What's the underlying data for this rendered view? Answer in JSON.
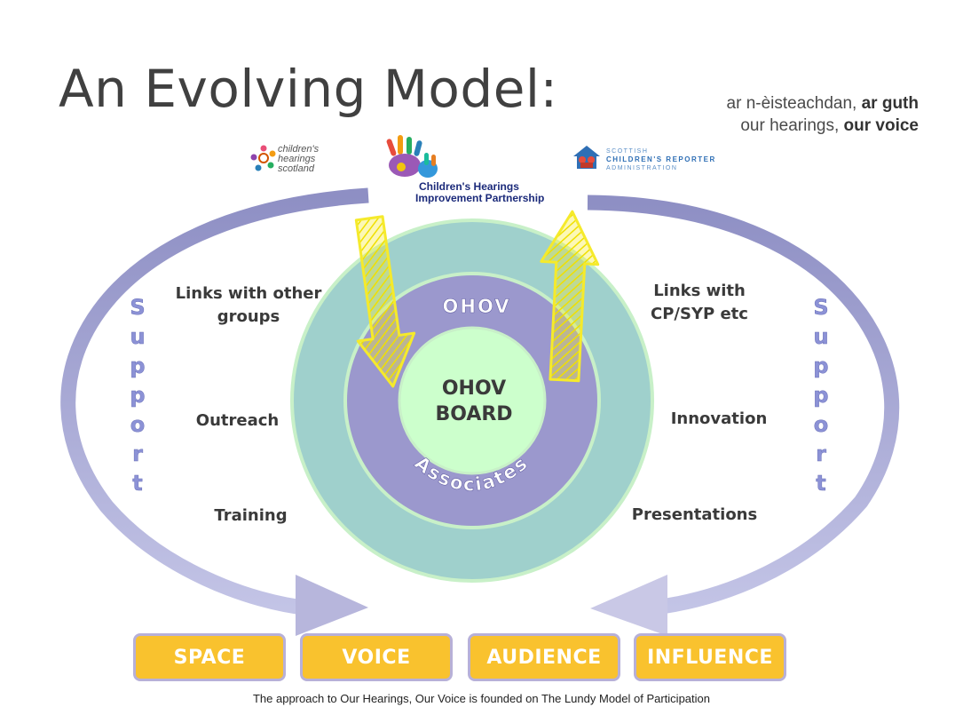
{
  "title": "An Evolving Model:",
  "tagline": {
    "line1_plain": "ar n-èisteachdan, ",
    "line1_bold": "ar guth",
    "line2_plain": "our hearings, ",
    "line2_bold": "our voice"
  },
  "logos": {
    "chs_text": "children's hearings scotland",
    "chip_line1": "Children's Hearings",
    "chip_line2": "Improvement Partnership",
    "scra_line1": "SCOTTISH",
    "scra_line2": "CHILDREN'S REPORTER",
    "scra_line3": "ADMINISTRATION"
  },
  "circles": {
    "outer_label": "OHOV",
    "middle_label": "Associates",
    "center_line1": "OHOV",
    "center_line2": "BOARD"
  },
  "left_labels": {
    "links_line1": "Links with other",
    "links_line2": "groups",
    "outreach": "Outreach",
    "training": "Training"
  },
  "right_labels": {
    "links_line1": "Links with",
    "links_line2": "CP/SYP etc",
    "innovation": "Innovation",
    "presentations": "Presentations"
  },
  "support_left": [
    "S",
    "u",
    "p",
    "p",
    "o",
    "r",
    "t"
  ],
  "support_right": [
    "S",
    "u",
    "p",
    "p",
    "o",
    "r",
    "t"
  ],
  "boxes": [
    "SPACE",
    "VOICE",
    "AUDIENCE",
    "INFLUENCE"
  ],
  "footer": "The approach to Our Hearings, Our Voice is founded on The Lundy Model of Participation",
  "colors": {
    "outer_circle": "#9fd0cc",
    "middle_circle": "#9b98cd",
    "inner_circle": "#ccffcc",
    "circle_ring": "#c8f0c8",
    "arrow_loop": "#a7a8d6",
    "yellow_arrow": "#f5ea2c",
    "box_fill": "#f9c22e",
    "box_border": "#b7b0d8"
  },
  "icons": [
    "sound-wave-logo",
    "chs-logo",
    "chip-handprint-logo",
    "scra-logo"
  ]
}
